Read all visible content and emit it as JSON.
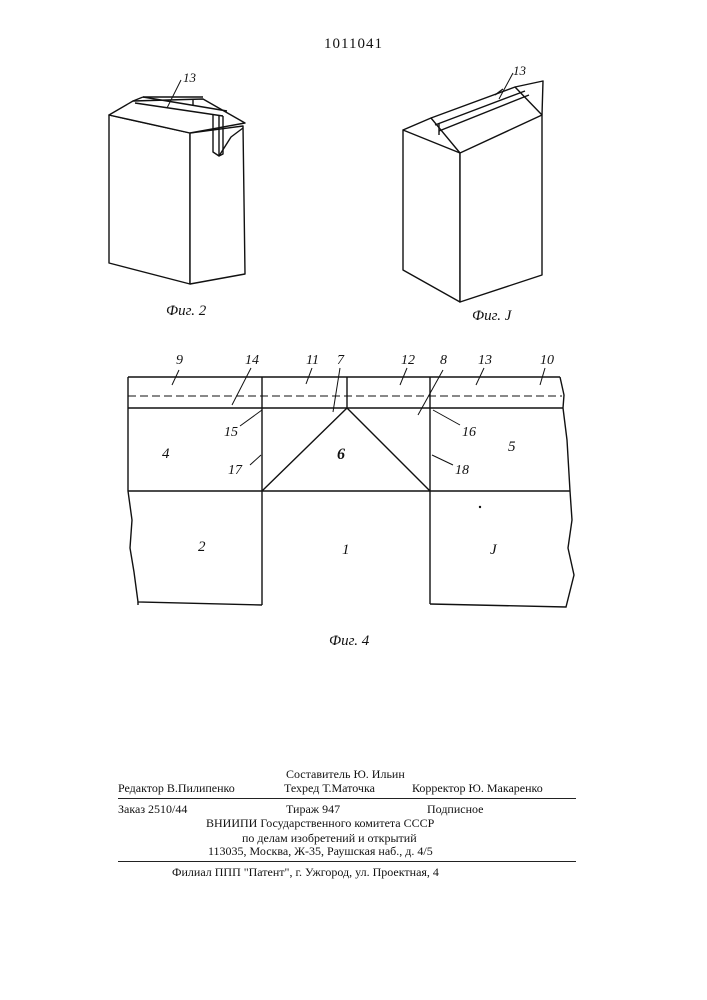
{
  "header": {
    "patent_number": "1011041"
  },
  "fig2": {
    "caption": "Фиг. 2",
    "labels": [
      {
        "id": "13",
        "text": "13"
      }
    ]
  },
  "fig3": {
    "caption": "Фиг. J",
    "labels": [
      {
        "id": "13",
        "text": "13"
      }
    ]
  },
  "fig4": {
    "caption": "Фиг. 4",
    "labels": [
      {
        "id": "9",
        "text": "9"
      },
      {
        "id": "14",
        "text": "14"
      },
      {
        "id": "11",
        "text": "11"
      },
      {
        "id": "7",
        "text": "7"
      },
      {
        "id": "12",
        "text": "12"
      },
      {
        "id": "8",
        "text": "8"
      },
      {
        "id": "13",
        "text": "13"
      },
      {
        "id": "10",
        "text": "10"
      },
      {
        "id": "15",
        "text": "15"
      },
      {
        "id": "16",
        "text": "16"
      },
      {
        "id": "4",
        "text": "4"
      },
      {
        "id": "6",
        "text": "6"
      },
      {
        "id": "5",
        "text": "5"
      },
      {
        "id": "17",
        "text": "17"
      },
      {
        "id": "18",
        "text": "18"
      },
      {
        "id": "2",
        "text": "2"
      },
      {
        "id": "1",
        "text": "1"
      },
      {
        "id": "3",
        "text": "J"
      }
    ]
  },
  "footer": {
    "compiler": "Составитель Ю. Ильин",
    "editor": "Редактор В.Пилипенко",
    "techred": "Техред Т.Маточка",
    "corrector": "Корректор Ю.  Макаренко",
    "order": "Заказ 2510/44",
    "circulation": "Тираж 947",
    "subscription": "Подписное",
    "org_line1": "ВНИИПИ Государственного комитета СССР",
    "org_line2": "по делам изобретений и открытий",
    "address": "113035, Москва, Ж-35, Раушская наб., д. 4/5",
    "branch": "Филиал ППП \"Патент\", г. Ужгород, ул. Проектная, 4"
  }
}
